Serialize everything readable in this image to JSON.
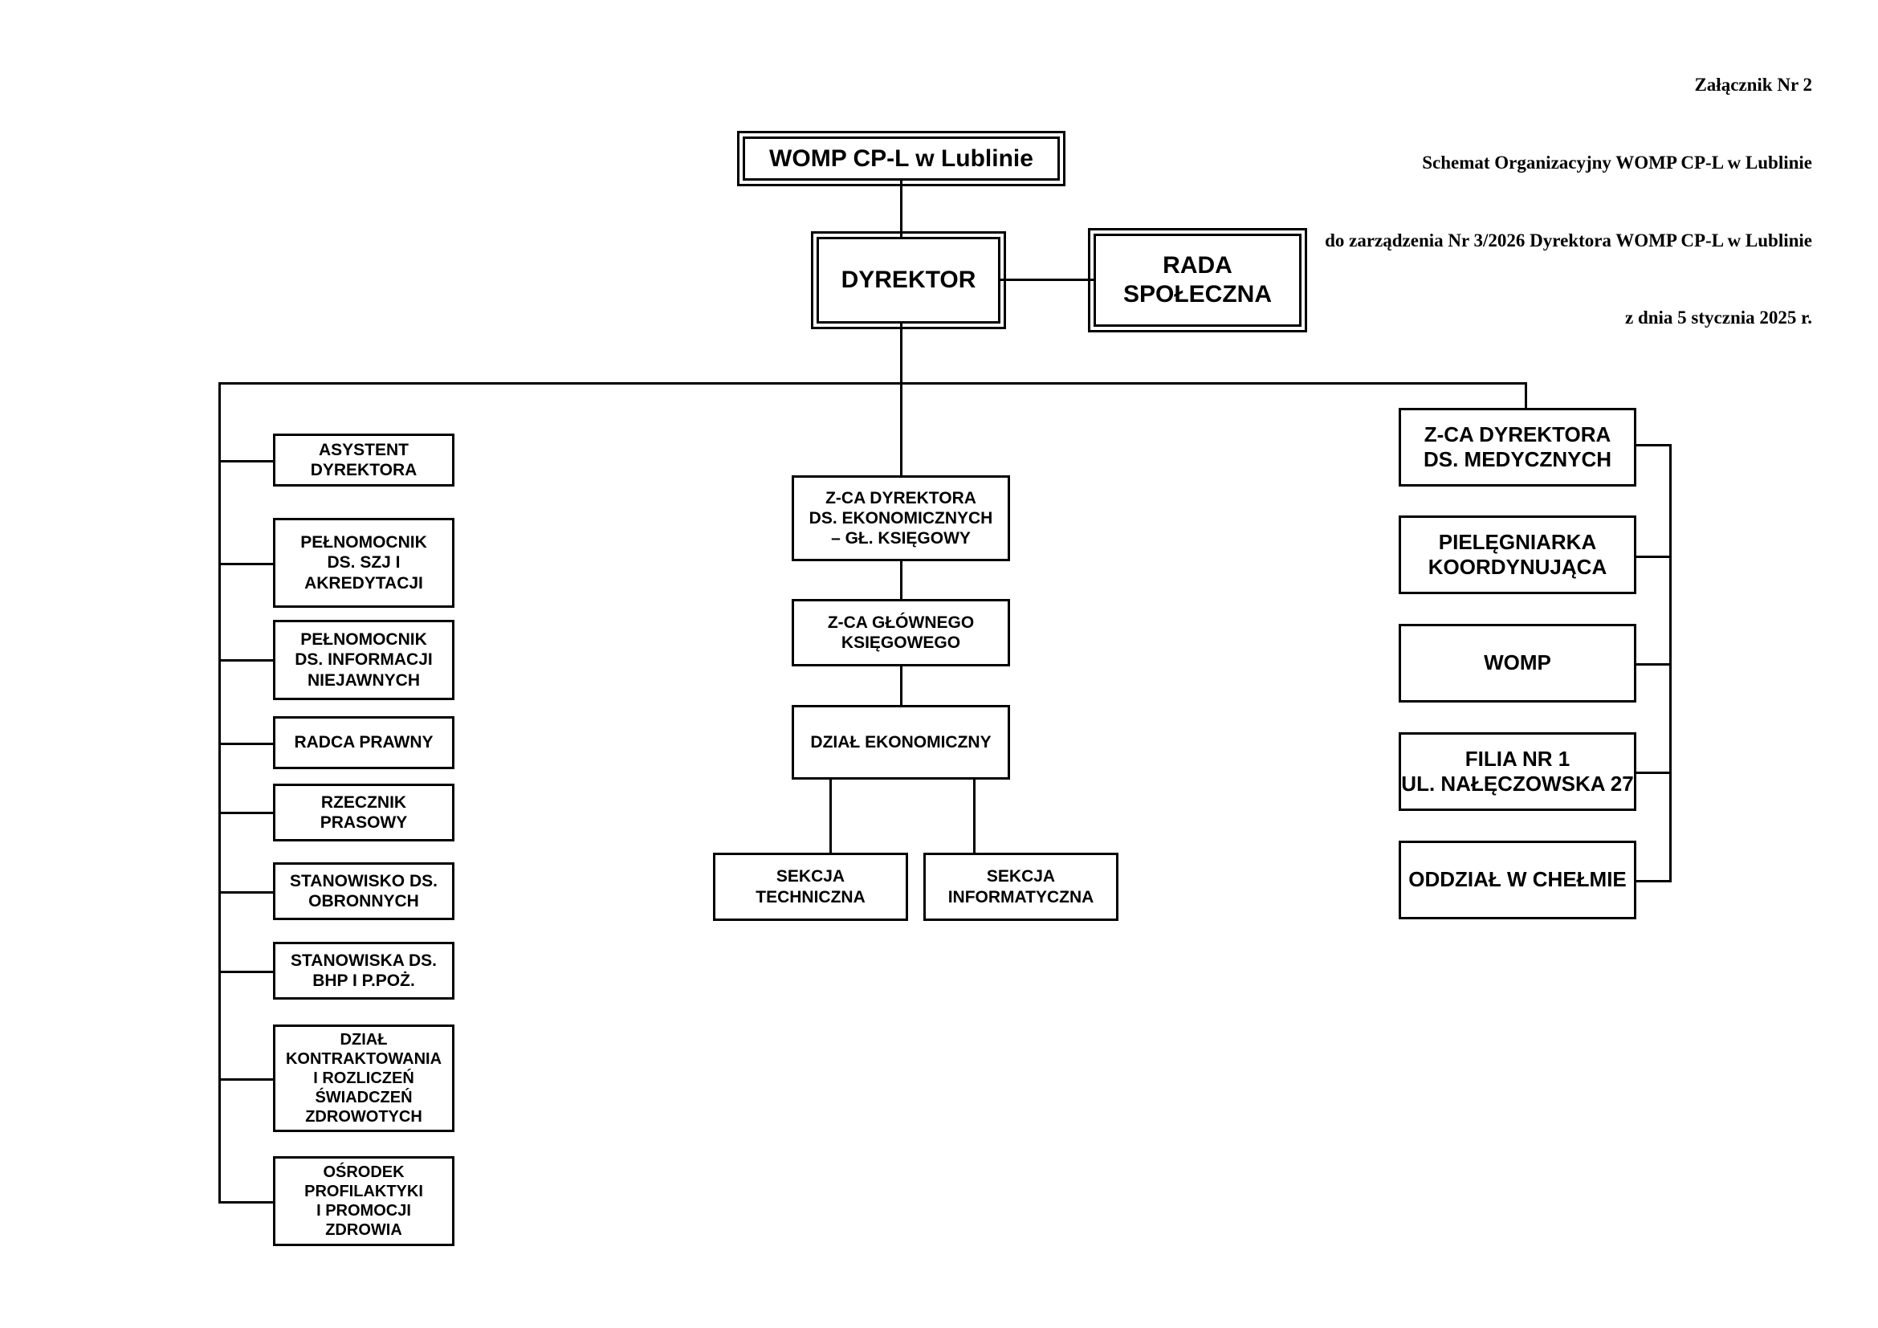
{
  "header": {
    "line1": "Załącznik Nr 2",
    "line2": "Schemat Organizacyjny WOMP CP-L w Lublinie",
    "line3": "do zarządzenia Nr 3/2026 Dyrektora WOMP CP-L w Lublinie",
    "line4": "z dnia 5 stycznia 2025 r."
  },
  "chart_data": {
    "type": "diagram",
    "title": "Schemat Organizacyjny WOMP CP-L w Lublinie",
    "root": {
      "label": "WOMP CP-L w Lublinie"
    },
    "director": {
      "label": "DYREKTOR"
    },
    "council": {
      "label": "RADA\nSPOŁECZNA"
    },
    "left_branch": [
      {
        "label": "ASYSTENT\nDYREKTORA"
      },
      {
        "label": "PEŁNOMOCNIK\nDS. SZJ I\nAKREDYTACJI"
      },
      {
        "label": "PEŁNOMOCNIK\nDS. INFORMACJI\nNIEJAWNYCH"
      },
      {
        "label": "RADCA PRAWNY"
      },
      {
        "label": "RZECZNIK\nPRASOWY"
      },
      {
        "label": "STANOWISKO DS.\nOBRONNYCH"
      },
      {
        "label": "STANOWISKA DS.\nBHP I P.POŻ."
      },
      {
        "label": "DZIAŁ\nKONTRAKTOWANIA\nI ROZLICZEŃ\nŚWIADCZEŃ\nZDROWOTYCH"
      },
      {
        "label": "OŚRODEK\nPROFILAKTYKI\nI PROMOCJI\nZDROWIA"
      }
    ],
    "center_branch": [
      {
        "label": "Z-CA DYREKTORA\nDS. EKONOMICZNYCH\n– GŁ. KSIĘGOWY"
      },
      {
        "label": "Z-CA GŁÓWNEGO\nKSIĘGOWEGO"
      },
      {
        "label": "DZIAŁ EKONOMICZNY"
      }
    ],
    "center_leaves": [
      {
        "label": "SEKCJA\nTECHNICZNA"
      },
      {
        "label": "SEKCJA\nINFORMATYCZNA"
      }
    ],
    "right_branch": [
      {
        "label": "Z-CA DYREKTORA\nDS. MEDYCZNYCH"
      },
      {
        "label": "PIELĘGNIARKA\nKOORDYNUJĄCA"
      },
      {
        "label": "WOMP"
      },
      {
        "label": "FILIA NR 1\nUL. NAŁĘCZOWSKA 27"
      },
      {
        "label": "ODDZIAŁ W CHEŁMIE"
      }
    ],
    "colors": {
      "line": "#000000",
      "box_fill": "#ffffff",
      "text": "#000000"
    }
  }
}
